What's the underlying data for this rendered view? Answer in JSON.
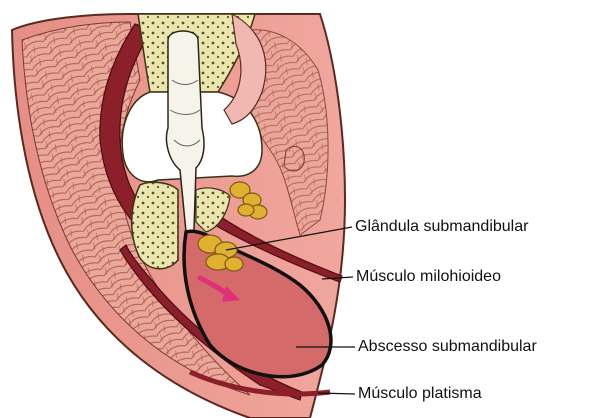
{
  "labels": {
    "glandula": "Glândula submandibular",
    "milohioideo": "Músculo milohioideo",
    "abscesso": "Abscesso submandibular",
    "platisma": "Músculo platisma"
  },
  "colors": {
    "skin": "#e8968c",
    "muscle": "#e3a79a",
    "muscle_dark": "#8b1f2a",
    "bone": "#e8e2a8",
    "gland": "#e0b030",
    "abscess": "#d46a6a",
    "arrow": "#e0307a"
  }
}
